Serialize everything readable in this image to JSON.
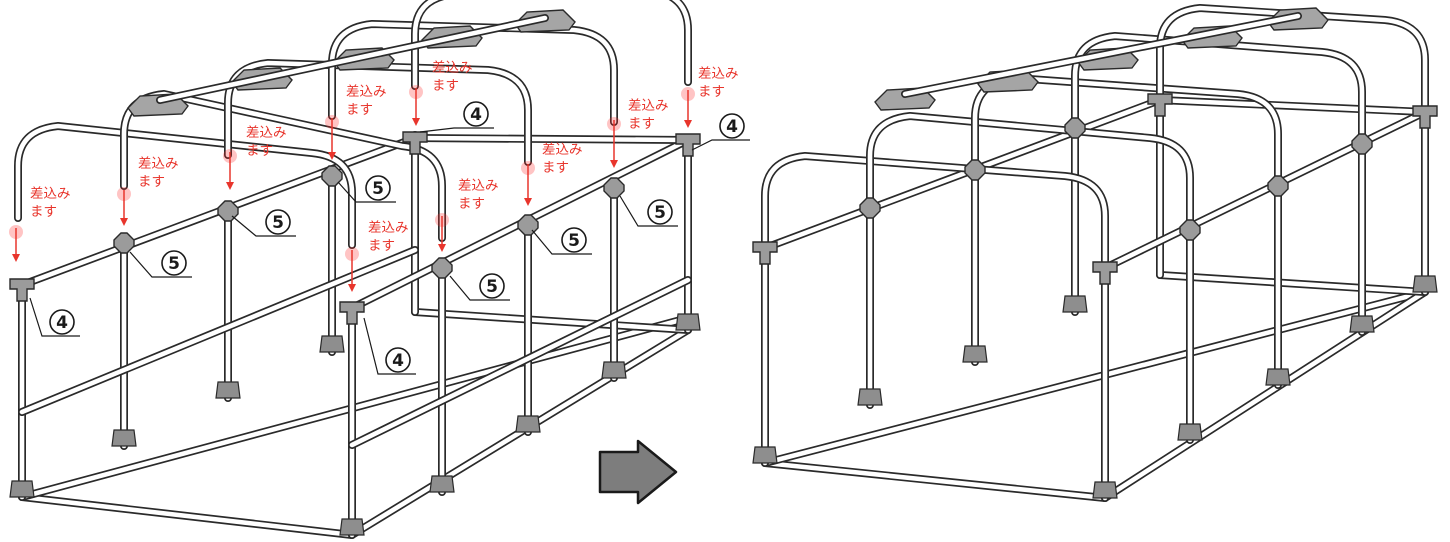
{
  "labels": {
    "insert_note_line1": "差込み",
    "insert_note_line2": "ます",
    "part_4": "4",
    "part_5": "5"
  },
  "colors": {
    "pipe_outline": "#2a2a2a",
    "joint_gray": "#9b9b9b",
    "annotation_red": "#e8352c",
    "step_arrow_gray": "#7d7d7d"
  },
  "icons": {
    "step_arrow": "right-arrow-icon",
    "insert_direction": "down-arrow-icon"
  }
}
